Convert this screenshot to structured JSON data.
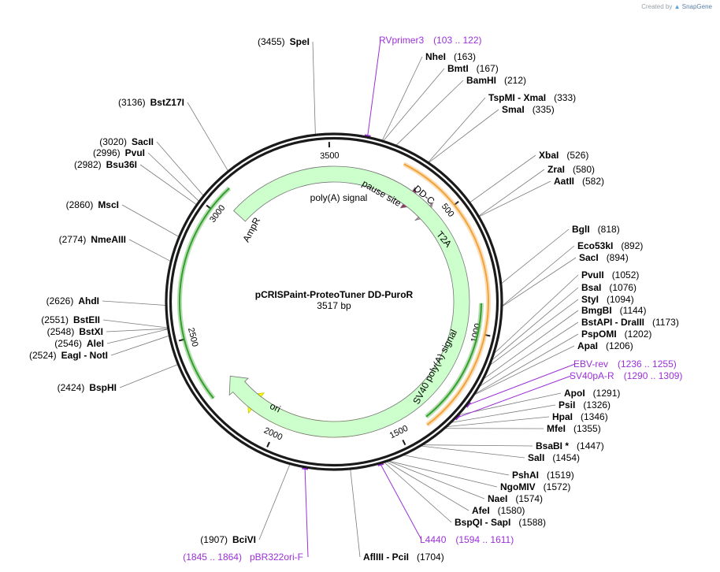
{
  "credit": {
    "prefix": "Created by",
    "brand": "SnapGene",
    "icon": "snapgene-logo-icon"
  },
  "plasmid": {
    "name": "pCRISPaint-ProteoTuner DD-PuroR",
    "length_label": "3517 bp",
    "length": 3517
  },
  "ticks": [
    {
      "pos": 500,
      "label": "500"
    },
    {
      "pos": 1000,
      "label": "1000"
    },
    {
      "pos": 1500,
      "label": "1500"
    },
    {
      "pos": 2000,
      "label": "2000"
    },
    {
      "pos": 2500,
      "label": "2500"
    },
    {
      "pos": 3000,
      "label": "3000"
    },
    {
      "pos": 3500,
      "label": "3500"
    }
  ],
  "features": [
    {
      "name": "pause site",
      "label": "pause site",
      "start": 3395,
      "end": 3480,
      "color": "#a9aeb2",
      "type": "box"
    },
    {
      "name": "poly(A) signal",
      "label": "poly(A) signal",
      "start": 3485,
      "end": 3515,
      "color": "#a9aeb2",
      "type": "box"
    },
    {
      "name": "DD-C",
      "label": "DD-C",
      "start": 75,
      "end": 400,
      "color": "#9b2d63",
      "type": "arrow"
    },
    {
      "name": "T2A",
      "label": "T2A",
      "start": 400,
      "end": 470,
      "color": "#c98aad",
      "type": "arrow"
    },
    {
      "name": "SV40 poly(A) signal",
      "label": "SV40 poly(A) signal",
      "start": 1220,
      "end": 1340,
      "color": "#a9aeb2",
      "type": "box"
    },
    {
      "name": "ori",
      "label": "ori",
      "start": 1630,
      "end": 2180,
      "color": "#ffff00",
      "type": "arrow"
    },
    {
      "name": "AmpR",
      "label": "AmpR",
      "start": 2290,
      "end": 3050,
      "color": "#ccffcc",
      "type": "arrow"
    }
  ],
  "orf_arcs": [
    {
      "start": 263,
      "end": 1396,
      "color": "#f2a43a"
    },
    {
      "start": 885,
      "end": 1380,
      "color": "#33a02c"
    },
    {
      "start": 2260,
      "end": 3100,
      "color": "#33a02c"
    }
  ],
  "enzymes": [
    {
      "text": "SpeI",
      "pos_label": "(3455)",
      "pos": 3455
    },
    {
      "text": "BstZ17I",
      "pos_label": "(3136)",
      "pos": 3136
    },
    {
      "text": "SacII",
      "pos_label": "(3020)",
      "pos": 3020
    },
    {
      "text": "PvuI",
      "pos_label": "(2996)",
      "pos": 2996
    },
    {
      "text": "Bsu36I",
      "pos_label": "(2982)",
      "pos": 2982
    },
    {
      "text": "MscI",
      "pos_label": "(2860)",
      "pos": 2860
    },
    {
      "text": "NmeAIII",
      "pos_label": "(2774)",
      "pos": 2774
    },
    {
      "text": "AhdI",
      "pos_label": "(2626)",
      "pos": 2626
    },
    {
      "text": "BstEII",
      "pos_label": "(2551)",
      "pos": 2551
    },
    {
      "text": "BstXI",
      "pos_label": "(2548)",
      "pos": 2548
    },
    {
      "text": "AleI",
      "pos_label": "(2546)",
      "pos": 2546
    },
    {
      "text": "EagI  -  NotI",
      "pos_label": "(2524)",
      "pos": 2524
    },
    {
      "text": "BspHI",
      "pos_label": "(2424)",
      "pos": 2424
    },
    {
      "text": "BciVI",
      "pos_label": "(1907)",
      "pos": 1907
    },
    {
      "text": "AflIII  -  PciI",
      "pos_label": "(1704)",
      "pos": 1704
    },
    {
      "text": "NheI",
      "pos_label": "(163)",
      "pos": 163
    },
    {
      "text": "BmtI",
      "pos_label": "(167)",
      "pos": 167
    },
    {
      "text": "BamHI",
      "pos_label": "(212)",
      "pos": 212
    },
    {
      "text": "TspMI  -  XmaI",
      "pos_label": "(333)",
      "pos": 333
    },
    {
      "text": "SmaI",
      "pos_label": "(335)",
      "pos": 335
    },
    {
      "text": "XbaI",
      "pos_label": "(526)",
      "pos": 526
    },
    {
      "text": "ZraI",
      "pos_label": "(580)",
      "pos": 580
    },
    {
      "text": "AatII",
      "pos_label": "(582)",
      "pos": 582
    },
    {
      "text": "BglI",
      "pos_label": "(818)",
      "pos": 818
    },
    {
      "text": "Eco53kI",
      "pos_label": "(892)",
      "pos": 892
    },
    {
      "text": "SacI",
      "pos_label": "(894)",
      "pos": 894
    },
    {
      "text": "PvuII",
      "pos_label": "(1052)",
      "pos": 1052
    },
    {
      "text": "BsaI",
      "pos_label": "(1076)",
      "pos": 1076
    },
    {
      "text": "StyI",
      "pos_label": "(1094)",
      "pos": 1094
    },
    {
      "text": "BmgBI",
      "pos_label": "(1144)",
      "pos": 1144
    },
    {
      "text": "BstAPI  -  DraIII",
      "pos_label": "(1173)",
      "pos": 1173
    },
    {
      "text": "PspOMI",
      "pos_label": "(1202)",
      "pos": 1202
    },
    {
      "text": "ApaI",
      "pos_label": "(1206)",
      "pos": 1206
    },
    {
      "text": "ApoI",
      "pos_label": "(1291)",
      "pos": 1291
    },
    {
      "text": "PsiI",
      "pos_label": "(1326)",
      "pos": 1326
    },
    {
      "text": "HpaI",
      "pos_label": "(1346)",
      "pos": 1346
    },
    {
      "text": "MfeI",
      "pos_label": "(1355)",
      "pos": 1355
    },
    {
      "text": "BsaBI *",
      "pos_label": "(1447)",
      "pos": 1447
    },
    {
      "text": "SalI",
      "pos_label": "(1454)",
      "pos": 1454
    },
    {
      "text": "PshAI",
      "pos_label": "(1519)",
      "pos": 1519
    },
    {
      "text": "NgoMIV",
      "pos_label": "(1572)",
      "pos": 1572
    },
    {
      "text": "NaeI",
      "pos_label": "(1574)",
      "pos": 1574
    },
    {
      "text": "AfeI",
      "pos_label": "(1580)",
      "pos": 1580
    },
    {
      "text": "BspQI  -  SapI",
      "pos_label": "(1588)",
      "pos": 1588
    }
  ],
  "primers": [
    {
      "text": "RVprimer3",
      "range_label": "(103 .. 122)",
      "pos": 112
    },
    {
      "text": "EBV-rev",
      "range_label": "(1236 .. 1255)",
      "pos": 1245
    },
    {
      "text": "SV40pA-R",
      "range_label": "(1290 .. 1309)",
      "pos": 1300
    },
    {
      "text": "L4440",
      "range_label": "(1594 .. 1611)",
      "pos": 1602
    },
    {
      "text": "pBR322ori-F",
      "range_label": "(1845 .. 1864)",
      "pos": 1855
    }
  ]
}
